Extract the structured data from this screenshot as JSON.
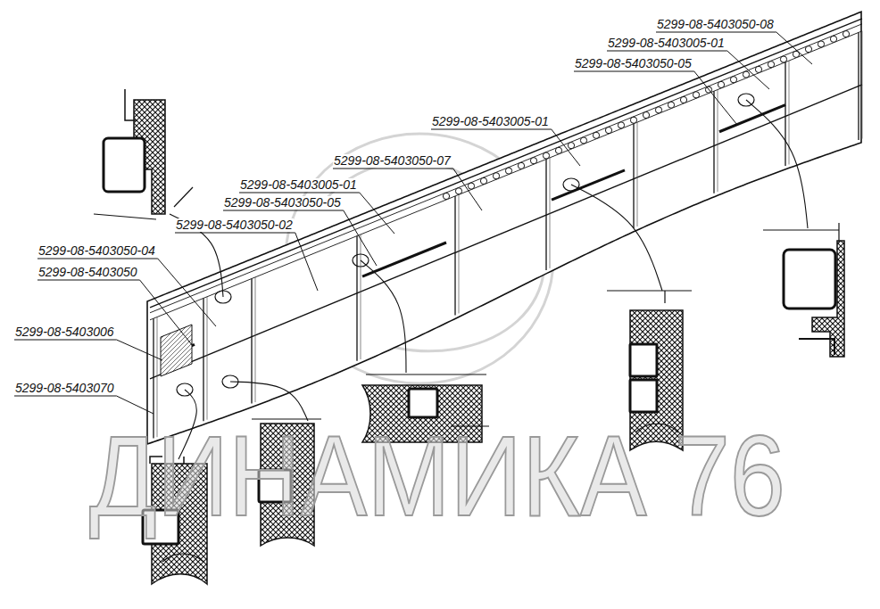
{
  "diagram": {
    "labels": [
      "5299-08-5403050-08",
      "5299-08-5403005-01",
      "5299-08-5403050-05",
      "5299-08-5403005-01",
      "5299-08-5403050-07",
      "5299-08-5403005-01",
      "5299-08-5403050-05",
      "5299-08-5403050-02",
      "5299-08-5403050-04",
      "5299-08-5403050",
      "5299-08-5403006",
      "5299-08-5403070",
      "ДИНАМИКА 76"
    ]
  }
}
